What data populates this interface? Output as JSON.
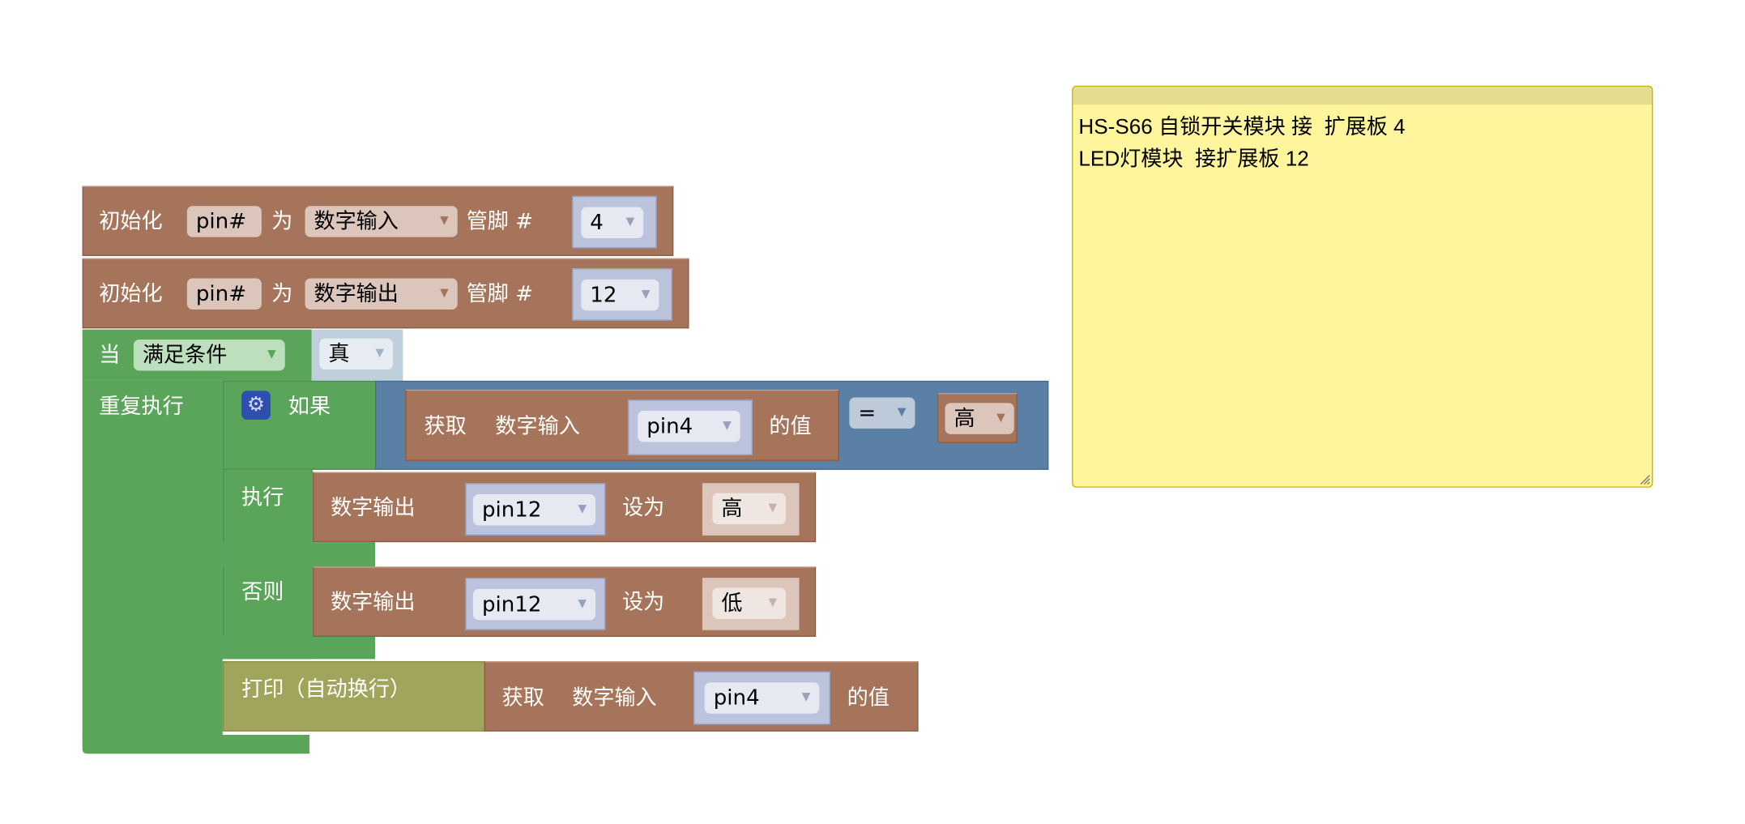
{
  "init_blocks": [
    {
      "label": "初始化",
      "mode_field": "pin#",
      "for_label": "为",
      "mode": "数字输入",
      "pin_label": "管脚 #",
      "pin": "4"
    },
    {
      "label": "初始化",
      "mode_field": "pin#",
      "for_label": "为",
      "mode": "数字输出",
      "pin_label": "管脚 #",
      "pin": "12"
    }
  ],
  "loop": {
    "when_label": "当",
    "condition_mode": "满足条件",
    "condition_value": "真",
    "repeat_label": "重复执行"
  },
  "if_block": {
    "if_label": "如果",
    "then_label": "执行",
    "else_label": "否则",
    "condition": {
      "get_label": "获取",
      "type": "数字输入",
      "pin": "pin4",
      "value_label": "的值",
      "operator": "=",
      "compare_value": "高"
    },
    "then_action": {
      "label": "数字输出",
      "pin": "pin12",
      "set_label": "设为",
      "value": "高"
    },
    "else_action": {
      "label": "数字输出",
      "pin": "pin12",
      "set_label": "设为",
      "value": "低"
    }
  },
  "print_block": {
    "label": "打印（自动换行）",
    "get_label": "获取",
    "type": "数字输入",
    "pin": "pin4",
    "value_label": "的值"
  },
  "comment": {
    "text": "HS-S66 自锁开关模块 接  扩展板 4\nLED灯模块  接扩展板 12"
  },
  "colors": {
    "io": "#a5745a",
    "loop": "#5ba55b",
    "logic": "#5b80a5",
    "print": "#a0a55b",
    "note": "#fff59d"
  }
}
